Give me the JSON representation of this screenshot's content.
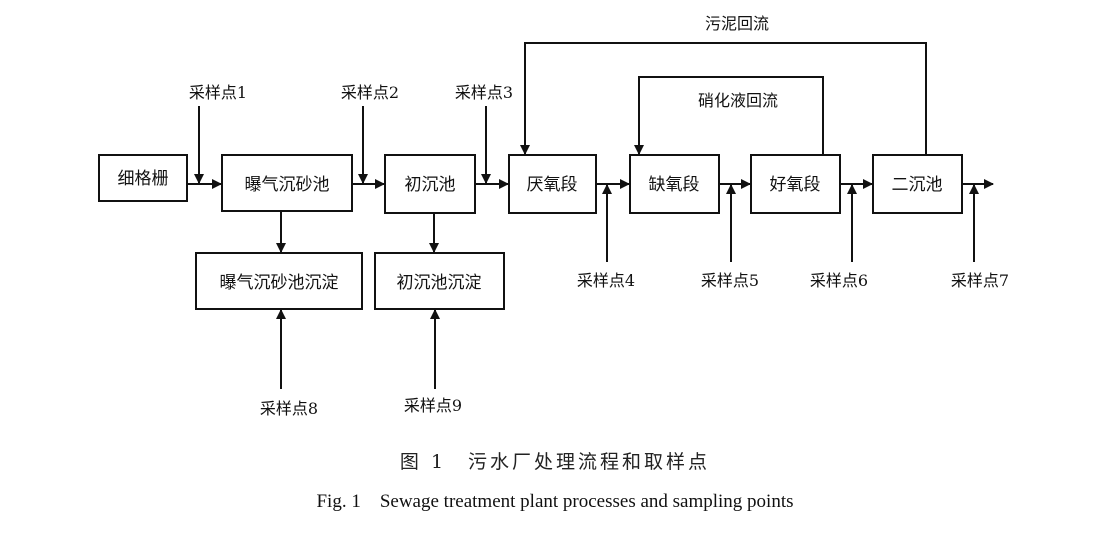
{
  "diagram": {
    "boxes": {
      "fine_screen": "细格栅",
      "aerated_grit": "曝气沉砂池",
      "primary_clarifier": "初沉池",
      "anaerobic": "厌氧段",
      "anoxic": "缺氧段",
      "aerobic": "好氧段",
      "secondary_clarifier": "二沉池",
      "aerated_grit_sediment": "曝气沉砂池沉淀",
      "primary_sediment": "初沉池沉淀"
    },
    "recycle": {
      "sludge_return": "污泥回流",
      "nitrified_liquor_return": "硝化液回流"
    },
    "sampling_points": [
      "采样点1",
      "采样点2",
      "采样点3",
      "采样点4",
      "采样点5",
      "采样点6",
      "采样点7",
      "采样点8",
      "采样点9"
    ]
  },
  "caption": {
    "cn": "图 1　污水厂处理流程和取样点",
    "en": "Fig. 1　Sewage treatment plant processes and sampling points"
  }
}
